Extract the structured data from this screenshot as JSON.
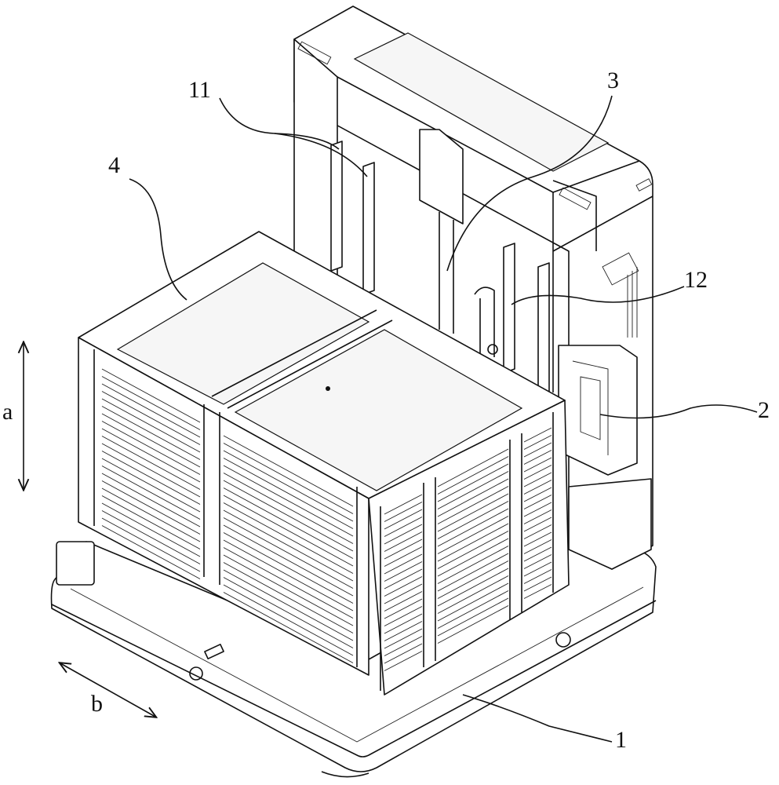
{
  "figure": {
    "labels": {
      "ref_1": "1",
      "ref_2": "2",
      "ref_3": "3",
      "ref_4": "4",
      "ref_11": "11",
      "ref_12": "12",
      "dir_a": "a",
      "dir_b": "b"
    }
  }
}
